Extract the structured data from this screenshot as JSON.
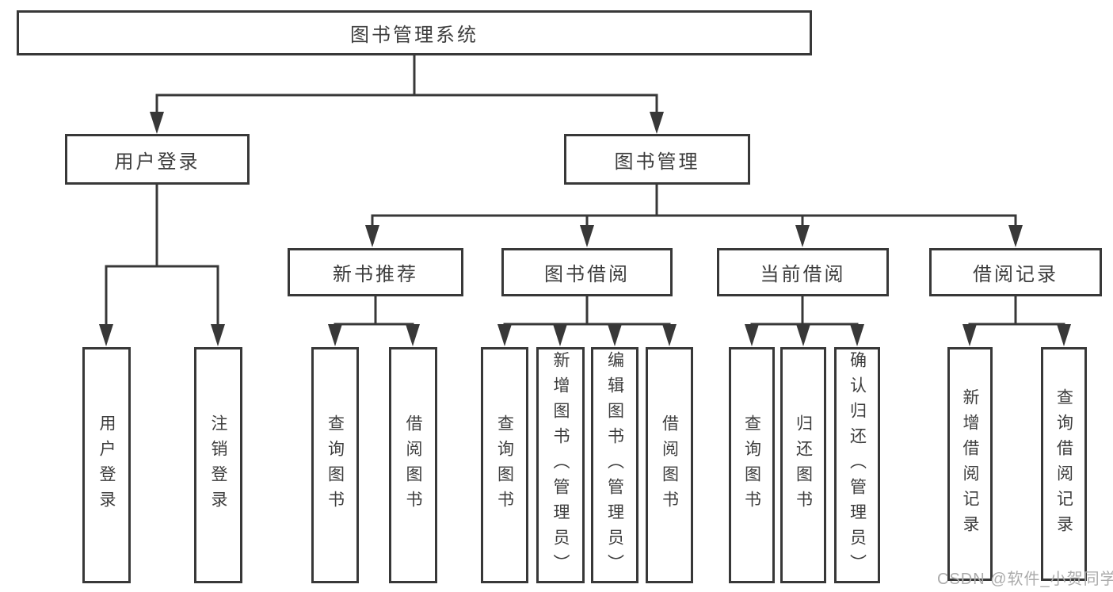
{
  "diagram": {
    "title": "图书管理系统",
    "watermark": "CSDN @软件_小贺同学",
    "colors": {
      "line": "#383838",
      "box_border": "#383838",
      "text": "#3d3d3d",
      "watermark": "#ababab",
      "background": "#ffffff"
    },
    "nodes": {
      "root": {
        "label": "图书管理系统"
      },
      "user_login": {
        "label": "用户登录"
      },
      "book_mgmt": {
        "label": "图书管理"
      },
      "new_book_rec": {
        "label": "新书推荐"
      },
      "book_borrow": {
        "label": "图书借阅"
      },
      "current_borrow": {
        "label": "当前借阅"
      },
      "borrow_record": {
        "label": "借阅记录"
      },
      "leaf_user_login": {
        "label": "用户登录"
      },
      "leaf_logout": {
        "label": "注销登录"
      },
      "rec_query_book": {
        "label": "查询图书"
      },
      "rec_borrow_book": {
        "label": "借阅图书"
      },
      "bb_query_book": {
        "label": "查询图书"
      },
      "bb_add_book": {
        "label": "新增图书（管理员）"
      },
      "bb_edit_book": {
        "label": "编辑图书（管理员）"
      },
      "bb_borrow_book": {
        "label": "借阅图书"
      },
      "cb_query_book": {
        "label": "查询图书"
      },
      "cb_return_book": {
        "label": "归还图书"
      },
      "cb_confirm_return": {
        "label": "确认归还（管理员）"
      },
      "br_add_record": {
        "label": "新增借阅记录"
      },
      "br_query_record": {
        "label": "查询借阅记录"
      }
    }
  }
}
